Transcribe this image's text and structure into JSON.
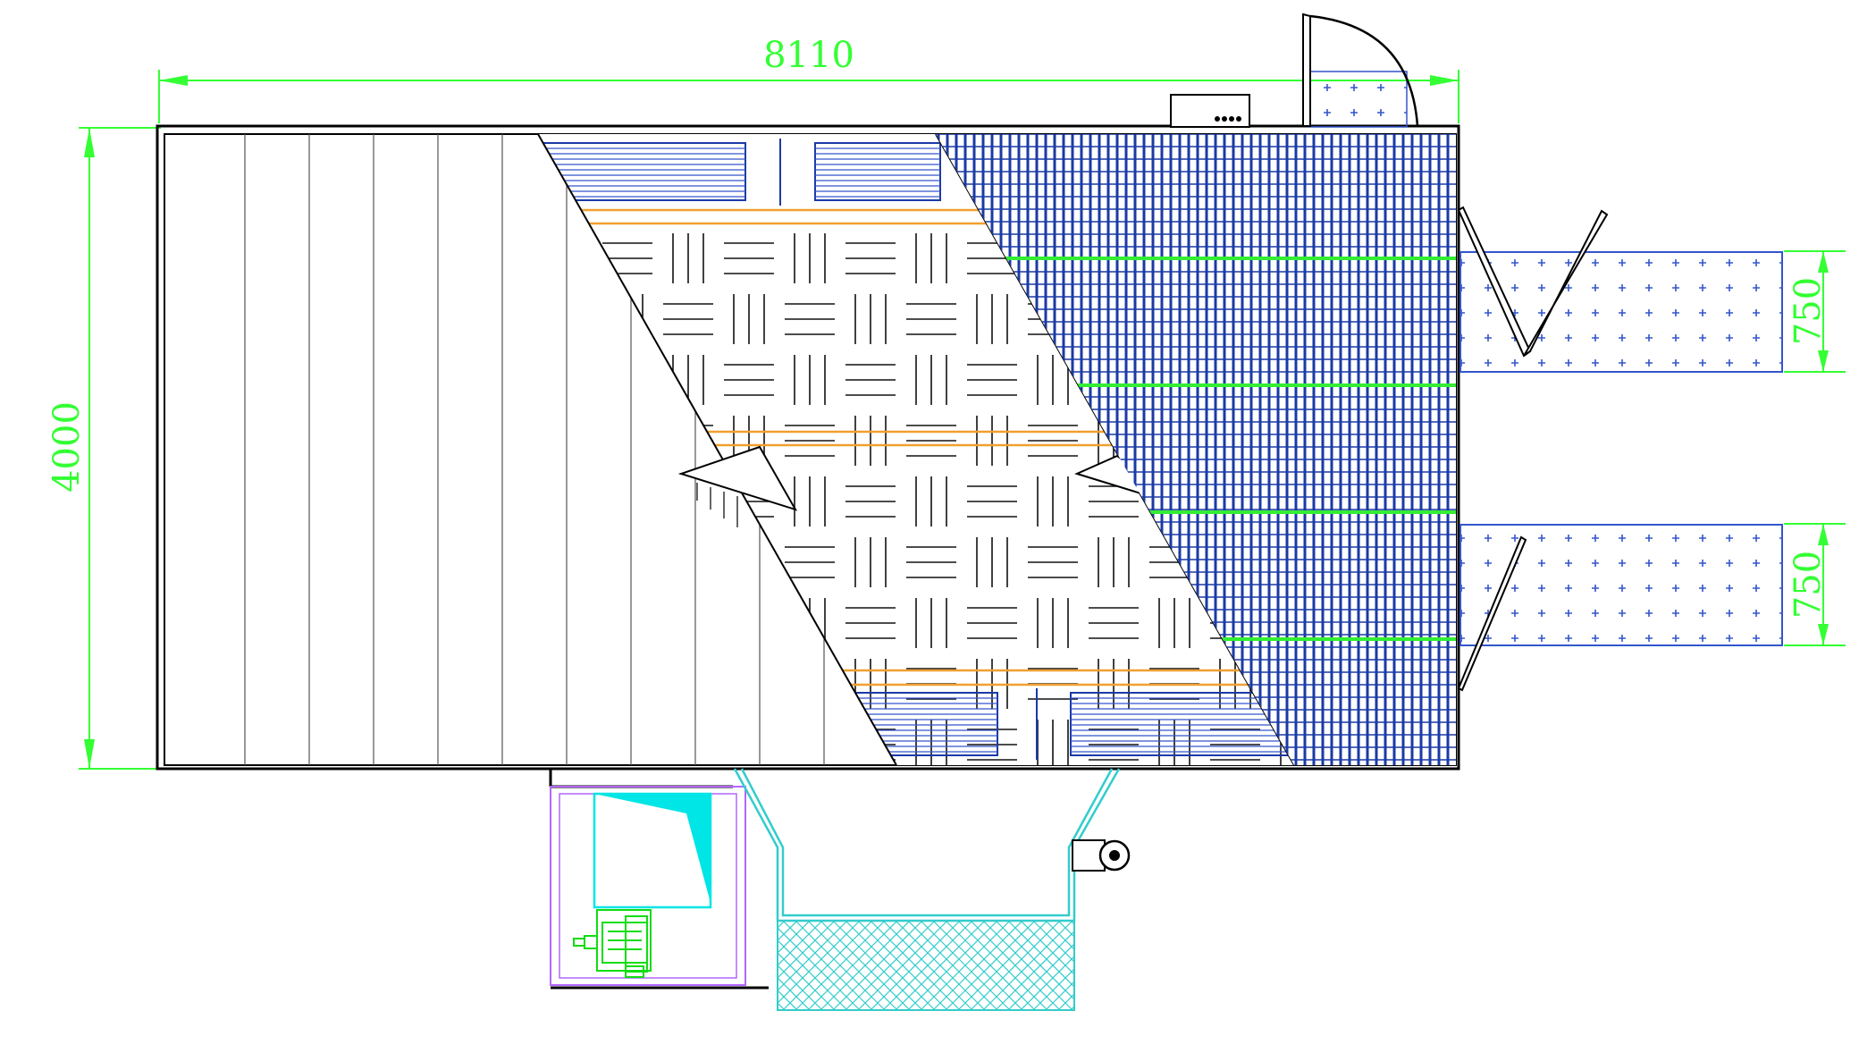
{
  "dimensions": {
    "overall_length": "8110",
    "overall_width": "4000",
    "door_width_upper": "750",
    "door_width_lower": "750"
  },
  "colors": {
    "dimension": "#33ff33",
    "outline": "#000000",
    "grating": "#1a3aa6",
    "hatch": "#3355cc",
    "filter_mesh": "#33cccc",
    "fan_housing": "#b266ff",
    "motor": "#11dd11",
    "cyan_panel": "#00e5e5",
    "rail_orange": "#f0a030",
    "rail_green": "#33ee33"
  },
  "icons": [
    "control-box-icon",
    "motor-icon",
    "pulley-icon",
    "fan-icon"
  ]
}
